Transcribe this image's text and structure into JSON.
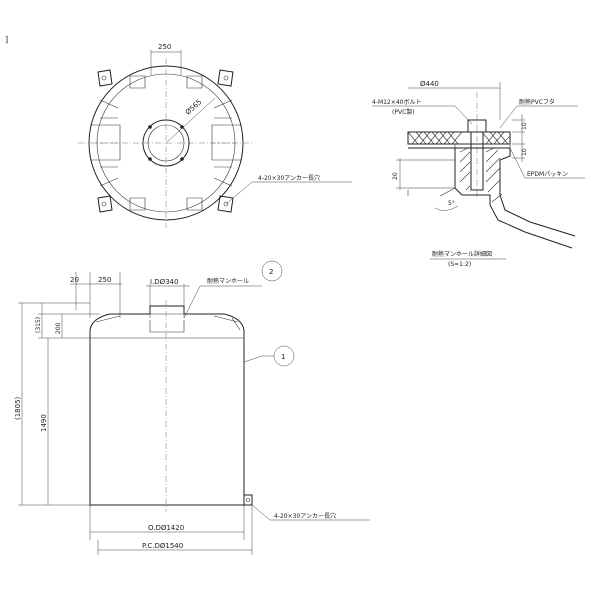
{
  "corner_mark": "]",
  "top_view": {
    "dim_width": "250",
    "dim_diameter": "Ø565",
    "anchor_note": "4-20×30アンカー長穴"
  },
  "detail": {
    "dim_diameter": "Ø440",
    "bolt_note": "4-M12×40ボルト",
    "bolt_material": "(PVC製)",
    "lid_note": "耐熱PVCフタ",
    "gasket_note": "EPDMパッキン",
    "dim_10_top": "10",
    "dim_10_bottom": "10",
    "dim_20": "20",
    "dim_angle": "5°",
    "title": "耐熱マンホール詳細図",
    "scale": "(S=1:2)"
  },
  "front_view": {
    "dim_20": "20",
    "dim_250": "250",
    "manhole_id": "I.DØ340",
    "manhole_label": "耐熱マンホール",
    "callout_2": "2",
    "callout_1": "1",
    "dim_315": "(315)",
    "dim_200": "200",
    "dim_1805": "(1805)",
    "dim_1490": "1490",
    "dim_od": "O.DØ1420",
    "dim_pcd": "P.C.DØ1540",
    "anchor_note": "4-20×30アンカー長穴"
  }
}
